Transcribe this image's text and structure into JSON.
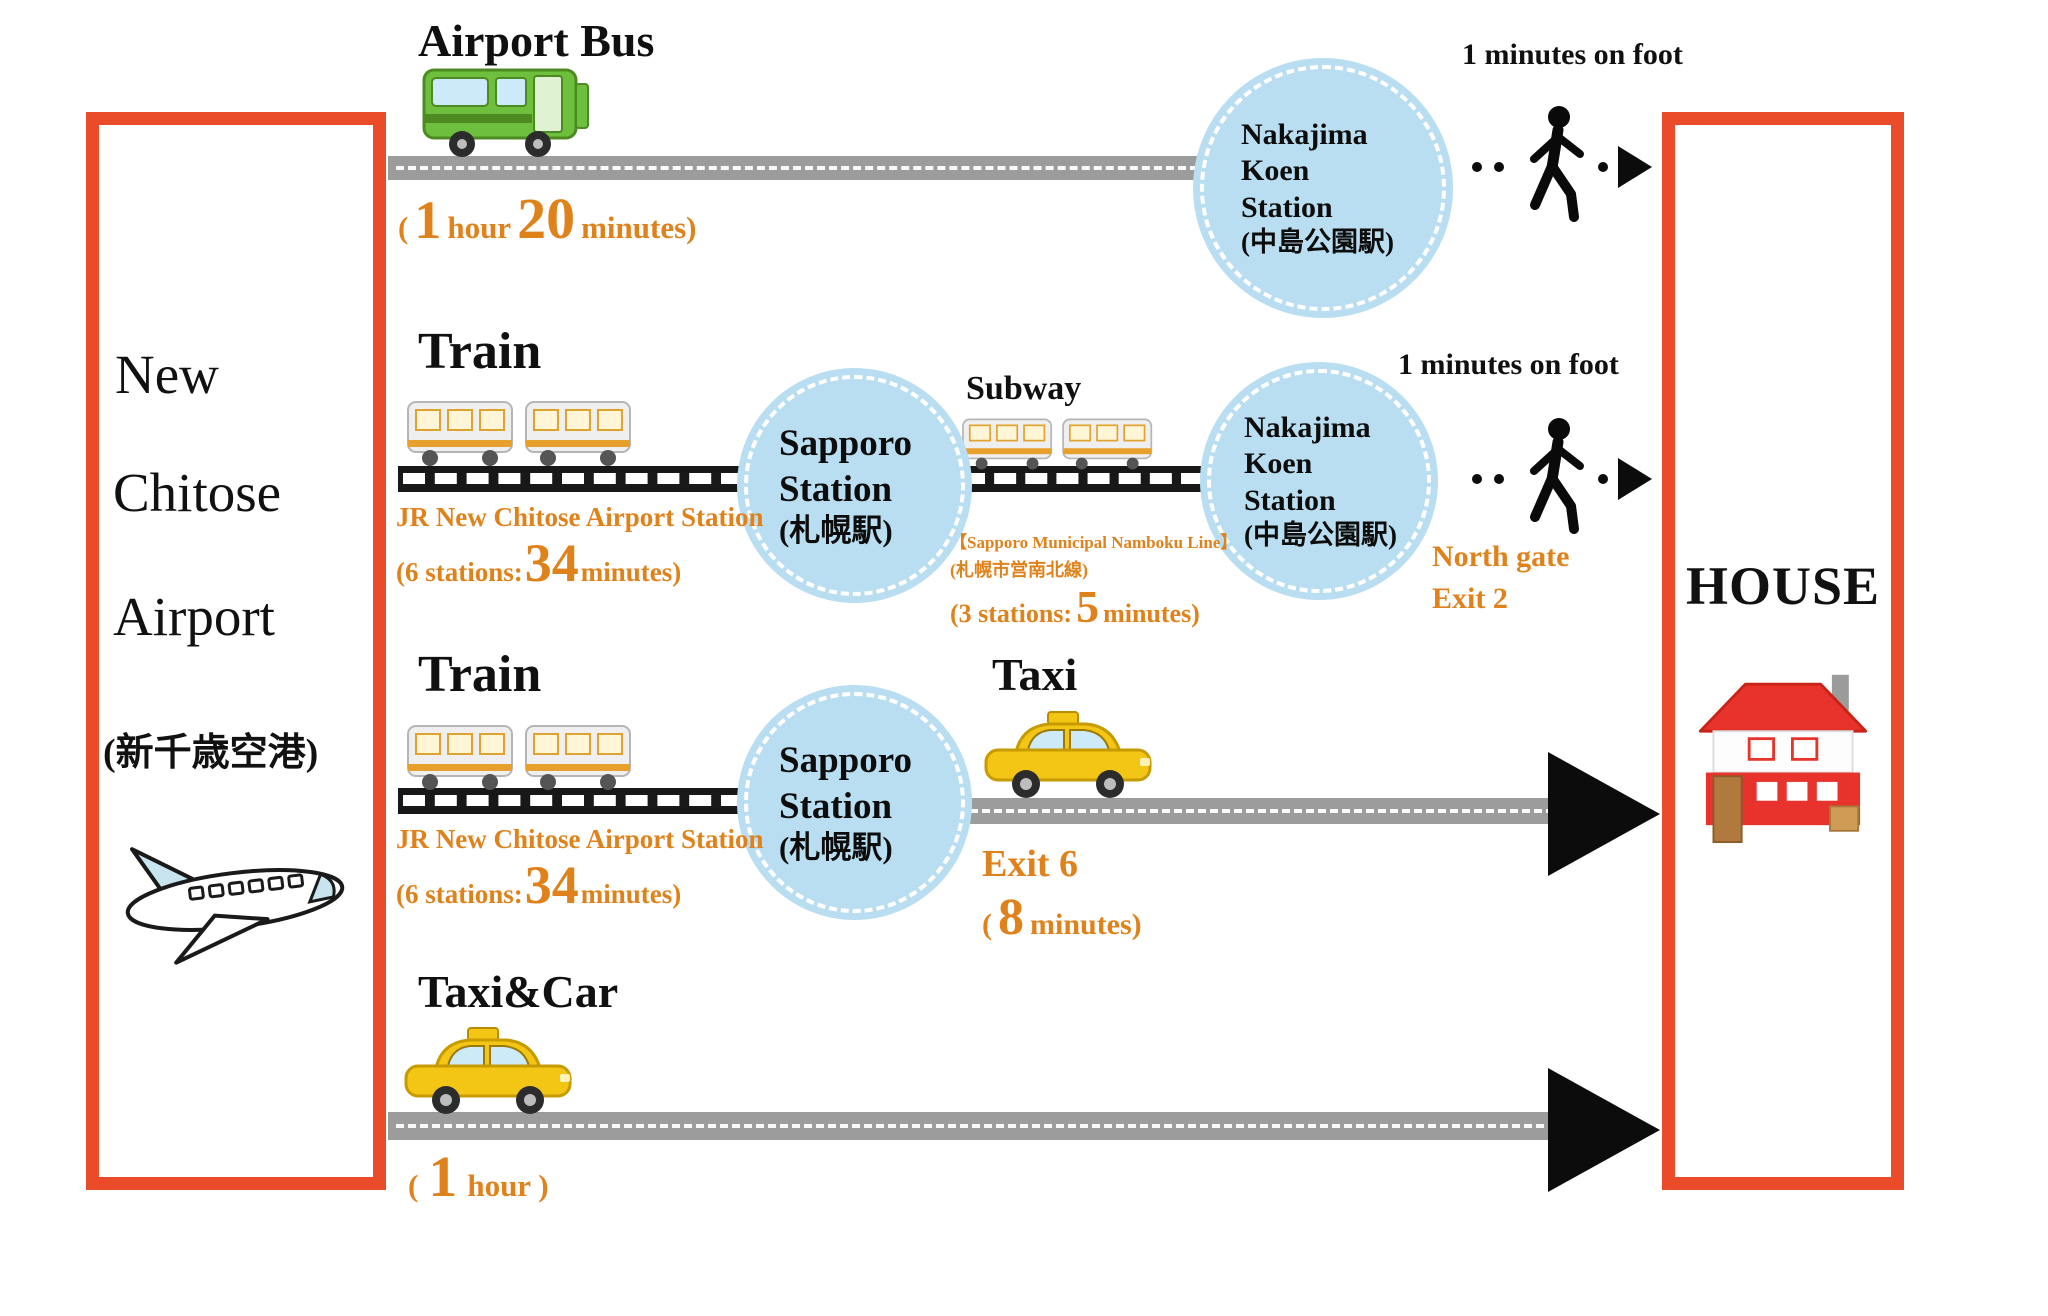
{
  "colors": {
    "border_orange": "#ea4b28",
    "text_orange": "#e0821b",
    "station_circle_blue": "#badef1",
    "road_gray": "#9c9c9c",
    "rail_black": "#181818",
    "bus_green": "#6fbf3e",
    "taxi_yellow": "#f3c515",
    "house_red": "#e8332c"
  },
  "airport_box": {
    "line1": "New",
    "line2": "Chitose",
    "line3": "Airport",
    "line4": "(新千歳空港)"
  },
  "house_box": {
    "title": "HOUSE"
  },
  "bus_route": {
    "title": "Airport Bus",
    "dur_open": "(",
    "dur_num1": "1",
    "dur_unit1": "hour",
    "dur_num2": "20",
    "dur_unit2": "minutes)",
    "station_l1": "Nakajima",
    "station_l2": "Koen",
    "station_l3": "Station",
    "station_l4": "(中島公園駅)",
    "walk": "1 minutes on foot"
  },
  "train_subway_route": {
    "title": "Train",
    "jr_station": "JR New Chitose Airport Station",
    "jr_open": "(6 stations:",
    "jr_num": "34",
    "jr_close": "minutes)",
    "sapporo_l1": "Sapporo",
    "sapporo_l2": "Station",
    "sapporo_l3": "(札幌駅)",
    "subway_title": "Subway",
    "subway_note1": "【Sapporo Municipal Namboku Line】",
    "subway_note2": "(札幌市営南北線)",
    "subway_open": "(3 stations:",
    "subway_num": "5",
    "subway_close": "minutes)",
    "station_l1": "Nakajima",
    "station_l2": "Koen",
    "station_l3": "Station",
    "station_l4": "(中島公園駅)",
    "walk": "1 minutes on foot",
    "gate_line1": "North gate",
    "gate_line2": "Exit 2"
  },
  "train_taxi_route": {
    "title": "Train",
    "jr_station": "JR New Chitose Airport Station",
    "jr_open": "(6 stations:",
    "jr_num": "34",
    "jr_close": "minutes)",
    "sapporo_l1": "Sapporo",
    "sapporo_l2": "Station",
    "sapporo_l3": "(札幌駅)",
    "taxi_title": "Taxi",
    "exit_label": "Exit 6",
    "dur_open": "(",
    "dur_num": "8",
    "dur_close": "minutes)"
  },
  "taxi_route": {
    "title": "Taxi&Car",
    "dur_open": "(",
    "dur_num": "1",
    "dur_close": "hour )"
  }
}
